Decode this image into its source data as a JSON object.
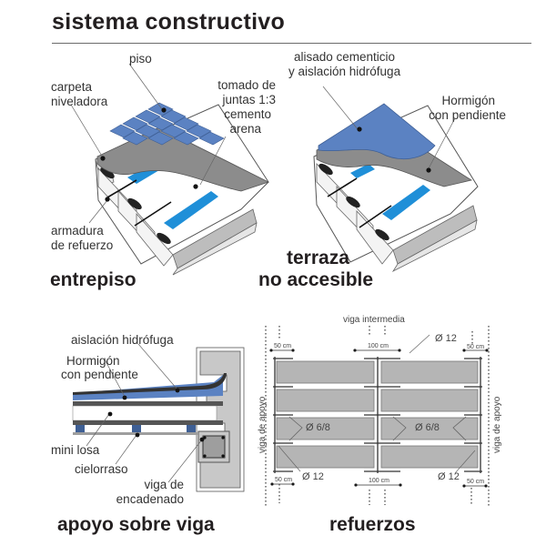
{
  "header": {
    "title": "sistema constructivo"
  },
  "colors": {
    "tile_blue": "#5b82c2",
    "rebar_blue": "#1f8fd8",
    "concrete_gray": "#8c8c8c",
    "light_gray": "#c8c8c8",
    "text": "#231f20"
  },
  "panels": {
    "entrepiso": {
      "title": "entrepiso",
      "labels": {
        "piso": "piso",
        "carpeta_1": "carpeta",
        "carpeta_2": "niveladora",
        "tomado_1": "tomado de",
        "tomado_2": "juntas 1:3",
        "tomado_3": "cemento",
        "tomado_4": "arena",
        "armadura_1": "armadura",
        "armadura_2": "de refuerzo"
      }
    },
    "terraza": {
      "title_1": "terraza",
      "title_2": "no accesible",
      "labels": {
        "alisado_1": "alisado cementicio",
        "alisado_2": "y aislación hidrófuga",
        "hormigon_1": "Hormigón",
        "hormigon_2": "con pendiente"
      }
    },
    "apoyo": {
      "title": "apoyo sobre viga",
      "labels": {
        "aislacion": "aislación hidrófuga",
        "hormigon_1": "Hormigón",
        "hormigon_2": "con pendiente",
        "mini_losa": "mini losa",
        "cielorraso": "cielorraso",
        "viga_1": "viga de",
        "viga_2": "encadenado"
      }
    },
    "refuerzos": {
      "title": "refuerzos",
      "labels": {
        "viga_intermedia": "viga intermedia",
        "viga_apoyo_left": "viga de apoyo",
        "viga_apoyo_right": "viga de apoyo",
        "dim_50_top_left": "50 cm",
        "dim_100_top": "100 cm",
        "dim_50_top_right": "50 cm",
        "dim_50_bottom_left": "50 cm",
        "dim_100_bottom": "100 cm",
        "dim_50_bottom_right": "50 cm",
        "diam_12_top": "Ø 12",
        "diam_68_left": "Ø 6/8",
        "diam_68_right": "Ø 6/8",
        "diam_12_bottom_left": "Ø 12",
        "diam_12_bottom_right": "Ø 12"
      }
    }
  }
}
